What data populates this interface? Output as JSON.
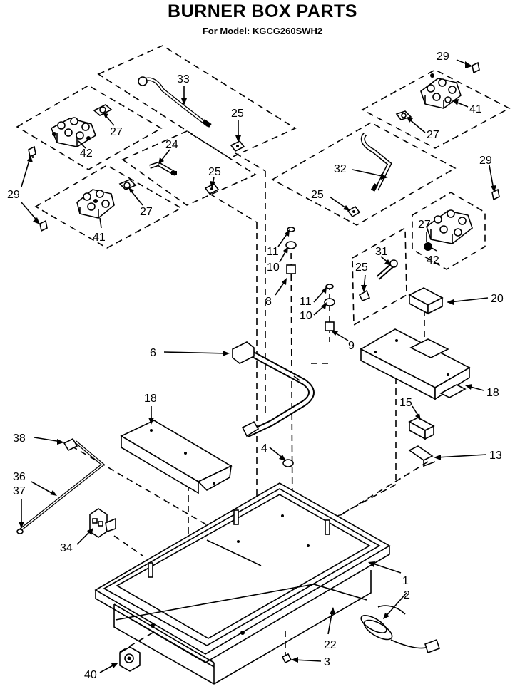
{
  "header": {
    "title": "BURNER BOX PARTS",
    "subtitle": "For Model: KGCG260SWH2"
  },
  "callouts": [
    {
      "id": "c1",
      "text": "1"
    },
    {
      "id": "c2",
      "text": "2"
    },
    {
      "id": "c3",
      "text": "3"
    },
    {
      "id": "c4",
      "text": "4"
    },
    {
      "id": "c6",
      "text": "6"
    },
    {
      "id": "c8",
      "text": "8"
    },
    {
      "id": "c9",
      "text": "9"
    },
    {
      "id": "c10a",
      "text": "10"
    },
    {
      "id": "c10b",
      "text": "10"
    },
    {
      "id": "c11a",
      "text": "11"
    },
    {
      "id": "c11b",
      "text": "11"
    },
    {
      "id": "c13",
      "text": "13"
    },
    {
      "id": "c15",
      "text": "15"
    },
    {
      "id": "c18a",
      "text": "18"
    },
    {
      "id": "c18b",
      "text": "18"
    },
    {
      "id": "c20",
      "text": "20"
    },
    {
      "id": "c22",
      "text": "22"
    },
    {
      "id": "c24",
      "text": "24"
    },
    {
      "id": "c25a",
      "text": "25"
    },
    {
      "id": "c25b",
      "text": "25"
    },
    {
      "id": "c25c",
      "text": "25"
    },
    {
      "id": "c25d",
      "text": "25"
    },
    {
      "id": "c27a",
      "text": "27"
    },
    {
      "id": "c27b",
      "text": "27"
    },
    {
      "id": "c27c",
      "text": "27"
    },
    {
      "id": "c27d",
      "text": "27"
    },
    {
      "id": "c29a",
      "text": "29"
    },
    {
      "id": "c29b",
      "text": "29"
    },
    {
      "id": "c29c",
      "text": "29"
    },
    {
      "id": "c31",
      "text": "31"
    },
    {
      "id": "c32",
      "text": "32"
    },
    {
      "id": "c33",
      "text": "33"
    },
    {
      "id": "c34",
      "text": "34"
    },
    {
      "id": "c36",
      "text": "36"
    },
    {
      "id": "c37",
      "text": "37"
    },
    {
      "id": "c38",
      "text": "38"
    },
    {
      "id": "c40",
      "text": "40"
    },
    {
      "id": "c41a",
      "text": "41"
    },
    {
      "id": "c41b",
      "text": "41"
    },
    {
      "id": "c42a",
      "text": "42"
    },
    {
      "id": "c42b",
      "text": "42"
    }
  ]
}
